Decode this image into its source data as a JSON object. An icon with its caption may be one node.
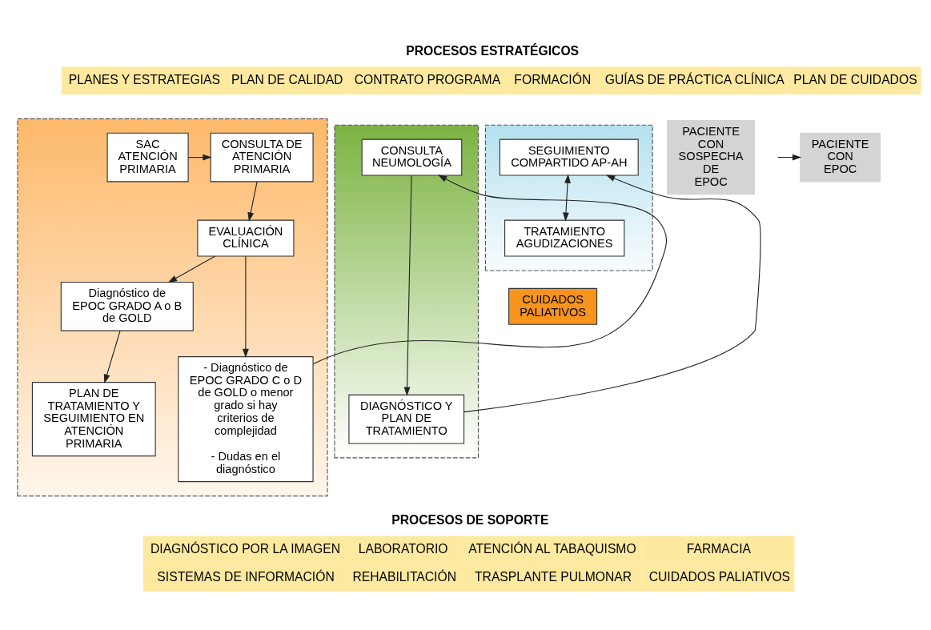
{
  "diagram": {
    "nodes": [
      {
        "text": [
          "PROCESOS ESTRATÉGICOS",
          "PLANES Y ESTRATEGIAS",
          "PLAN DE CALIDAD",
          "CONTRATO PROGRAMA",
          "FORMACIÓN",
          "GUÍAS DE PRÁCTICA CLÍNICA",
          "PLAN DE CUIDADOS"
        ]
      },
      {
        "text": [
          "PACIENTE CON SOSPECHA DE EPOC"
        ]
      },
      {
        "text": [],
        "shape": "box"
      },
      {
        "text": [
          "SAC ATENCIÓN PRIMARIA"
        ],
        "in": 2
      },
      {
        "text": [
          "CONSULTA DE ATENCIÓN PRIMARIA"
        ],
        "in": 2
      },
      {
        "text": [
          "EVALUACIÓN CLÍNICA"
        ],
        "in": 2
      },
      {
        "text": [
          "Diagnóstico de EPOC GRADO A o B de GOLD"
        ],
        "in": 2
      },
      {
        "text": [
          "- Diagnóstico de EPOC GRADO C o D de GOLD o menor grado si hay criterios de complejidad",
          "- Dudas en el diagnóstico"
        ],
        "in": 2
      },
      {
        "text": [
          "PLAN DE TRATAMIENTO Y SEGUIMIENTO EN ATENCIÓN PRIMARIA"
        ],
        "in": 2
      },
      {
        "text": [],
        "shape": "box"
      },
      {
        "text": [
          "CONSULTA NEUMOLOGÍA"
        ],
        "in": 9
      },
      {
        "text": [
          "DIAGNÓSTICO Y PLAN DE TRATAMIENTO"
        ],
        "in": 9
      },
      {
        "text": [],
        "shape": "box"
      },
      {
        "text": [
          "SEGUIMIENTO COMPARTIDO AP-AH"
        ],
        "in": 12
      },
      {
        "text": [
          "TRATAMIENTO AGUDIZACIONES"
        ],
        "in": 12
      },
      {
        "text": [
          "CUIDADOS PALIATIVOS"
        ]
      },
      {
        "text": [
          "PACIENTE CON EPOC"
        ]
      },
      {
        "text": [
          "PROCESOS DE SOPORTE",
          "DIAGNÓSTICO POR LA IMAGEN",
          "LABORATORIO",
          "ATENCIÓN AL TABAQUISMO",
          "FARMACIA",
          "SISTEMAS DE INFORMACIÓN",
          "REHABILITACIÓN",
          "TRASPLANTE PULMONAR",
          "CUIDADOS PALIATIVOS"
        ]
      }
    ],
    "edges": [
      {
        "from": 3,
        "to": 4,
        "arrow": "to"
      },
      {
        "from": 4,
        "to": 5,
        "arrow": "to"
      },
      {
        "from": 5,
        "to": 6,
        "arrow": "to"
      },
      {
        "from": 5,
        "to": 7,
        "arrow": "to"
      },
      {
        "from": 6,
        "to": 8,
        "arrow": "to"
      },
      {
        "from": 7,
        "to": 10,
        "arrow": "to"
      },
      {
        "from": 10,
        "to": 11,
        "arrow": "to"
      },
      {
        "from": 11,
        "to": 13,
        "arrow": "to"
      },
      {
        "from": 13,
        "to": 14,
        "arrow": "both"
      },
      {
        "from": null,
        "to": 16,
        "arrow": "to"
      }
    ]
  }
}
